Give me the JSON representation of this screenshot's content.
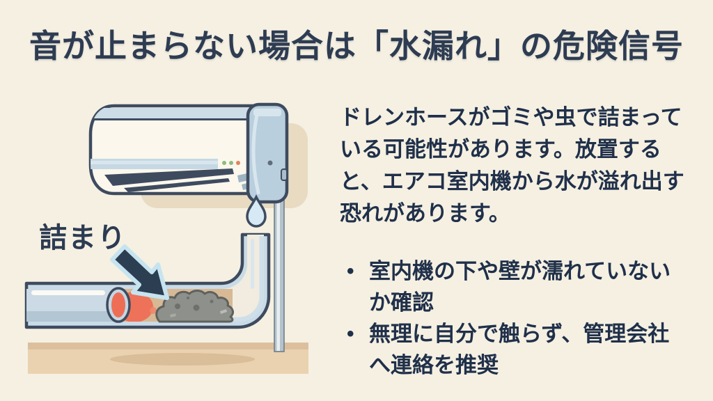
{
  "title": "音が止まらない場合は「水漏れ」の危険信号",
  "illustration": {
    "clog_label": "詰まり"
  },
  "main": {
    "paragraph_lines": [
      "ドレンホースがゴミや虫で詰まって",
      "いる可能性があります。放置する",
      "と、エアコ室内機から水が溢れ出す",
      "恐れがあります。"
    ],
    "bullet_char": "•",
    "bullets": [
      {
        "lines": [
          "室内機の下や壁が濡れていない",
          "か確認"
        ]
      },
      {
        "lines": [
          "無理に自分で触らず、管理会社",
          "へ連絡を推奨"
        ]
      }
    ]
  },
  "colors": {
    "background": "#f5f0e2",
    "title_text": "#2e3c52",
    "body_text": "#20304a",
    "outline_navy": "#3e4b5f",
    "arrow_fill": "#2c3e52",
    "arrow_outline": "#c6e4ef",
    "blockage_red": "#ee6e55",
    "clog_gray": "#8e908b",
    "hose_wall_blue": "#c9dbe6",
    "water_blue": "#cbdae4",
    "ac_body_cream": "#fbf7ec",
    "ac_panel_blue": "#b9cfde",
    "floor_tan": "#ead2b0",
    "shadow_tan": "#e8dbc2",
    "indicator_green": "#8fba81",
    "indicator_orange": "#e2825f",
    "drop_blue": "#d6e9f4"
  }
}
